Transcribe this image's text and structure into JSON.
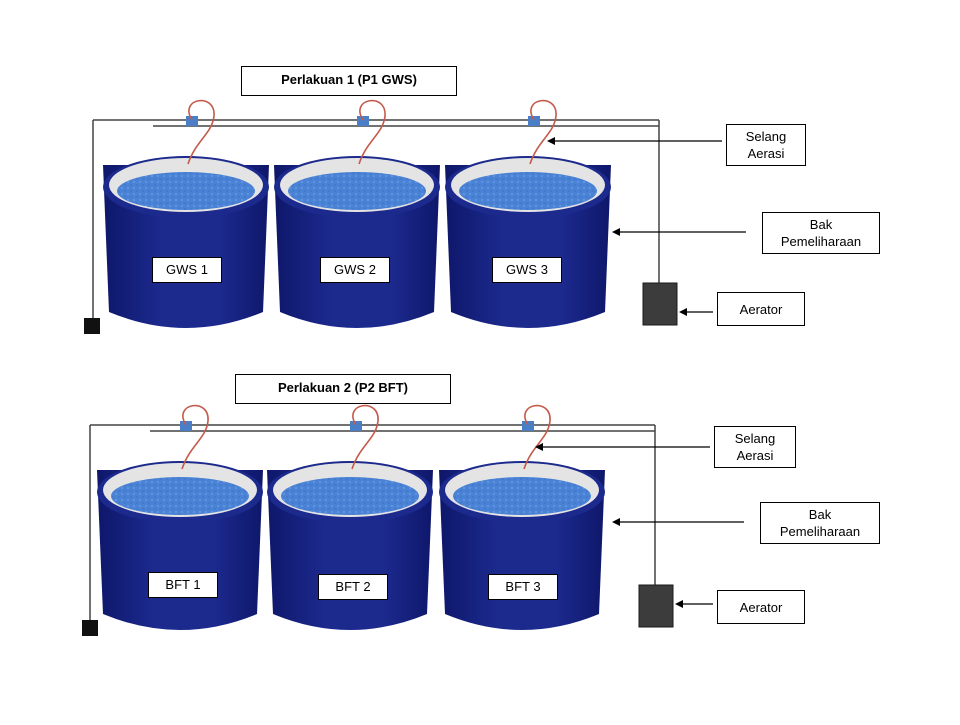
{
  "colors": {
    "tank_body": "#1c2a8e",
    "tank_shade": "#0e176a",
    "water": "#4a82d6",
    "rim": "#e4e4e4",
    "pipe": "#444444",
    "hose": "#c45a4a",
    "valve": "#4a7fc7",
    "aerator": "#3c3c3c",
    "weight": "#111111"
  },
  "panels": [
    {
      "title": "Perlakuan 1  (P1 GWS)",
      "tanks": [
        "GWS 1",
        "GWS 2",
        "GWS 3"
      ],
      "callouts": {
        "hose_line1": "Selang",
        "hose_line2": "Aerasi",
        "tank_line1": "Bak",
        "tank_line2": "Pemeliharaan",
        "aerator": "Aerator"
      }
    },
    {
      "title": "Perlakuan 2  (P2 BFT)",
      "tanks": [
        "BFT 1",
        "BFT 2",
        "BFT 3"
      ],
      "callouts": {
        "hose_line1": "Selang",
        "hose_line2": "Aerasi",
        "tank_line1": "Bak",
        "tank_line2": "Pemeliharaan",
        "aerator": "Aerator"
      }
    }
  ]
}
